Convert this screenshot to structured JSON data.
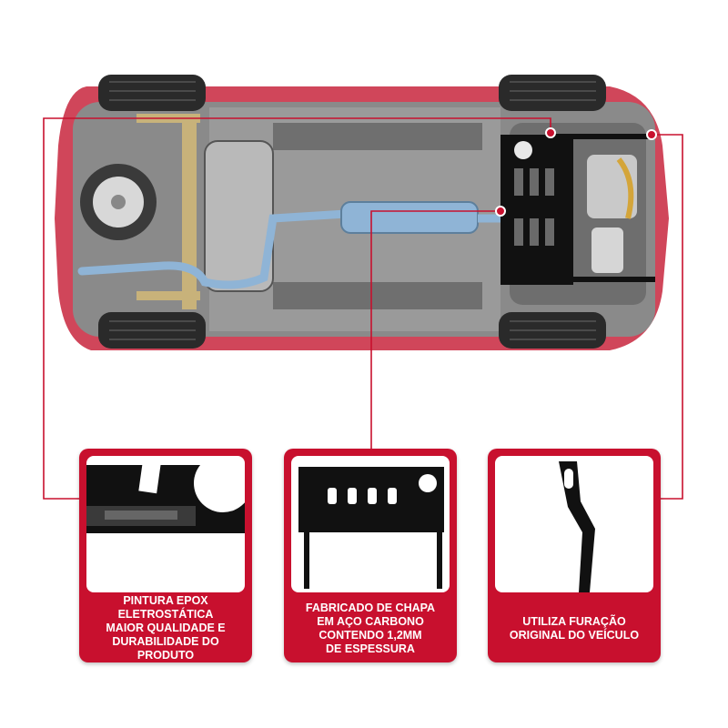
{
  "colors": {
    "accent": "#c8102e",
    "car_body": "#d0465a",
    "underbody": "#7a7a7a",
    "exhaust": "#8fb4d6",
    "plate": "#111111"
  },
  "cards": [
    {
      "lines": [
        "PINTURA EPOX",
        "ELETROSTÁTICA",
        "MAIOR QUALIDADE E",
        "DURABILIDADE DO PRODUTO"
      ],
      "icon": "epoxy-paint-closeup"
    },
    {
      "lines": [
        "FABRICADO DE CHAPA",
        "EM AÇO CARBONO",
        "CONTENDO 1,2MM",
        "DE ESPESSURA"
      ],
      "icon": "carbon-steel-plate"
    },
    {
      "lines": [
        "UTILIZA FURAÇÃO",
        "ORIGINAL DO VEÍCULO"
      ],
      "icon": "mounting-bracket"
    }
  ]
}
